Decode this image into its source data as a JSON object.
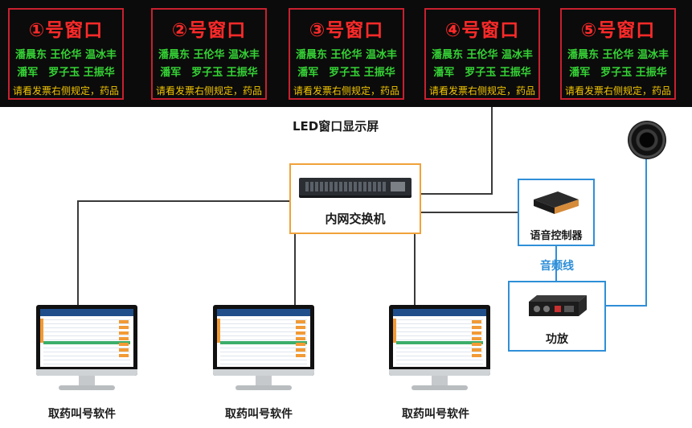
{
  "led_display": {
    "label": "LED窗口显示屏",
    "panels": [
      {
        "title": "①号窗口",
        "row1": "潘晨东 王伦华 温冰丰",
        "row2": "潘军　罗子玉 王振华",
        "notice": "请看发票右侧规定，药品"
      },
      {
        "title": "②号窗口",
        "row1": "潘晨东 王伦华 温冰丰",
        "row2": "潘军　罗子玉 王振华",
        "notice": "请看发票右侧规定，药品"
      },
      {
        "title": "③号窗口",
        "row1": "潘晨东 王伦华 温冰丰",
        "row2": "潘军　罗子玉 王振华",
        "notice": "请看发票右侧规定，药品"
      },
      {
        "title": "④号窗口",
        "row1": "潘晨东 王伦华 温冰丰",
        "row2": "潘军　罗子玉 王振华",
        "notice": "请看发票右侧规定，药品"
      },
      {
        "title": "⑤号窗口",
        "row1": "潘晨东 王伦华 温冰丰",
        "row2": "潘军　罗子玉 王振华",
        "notice": "请看发票右侧规定，药品"
      }
    ]
  },
  "switch": {
    "label": "内网交换机"
  },
  "voice_controller": {
    "label": "语音控制器"
  },
  "audio_cable": {
    "label": "音频线"
  },
  "amplifier": {
    "label": "功放"
  },
  "terminals": [
    {
      "label": "取药叫号软件"
    },
    {
      "label": "取药叫号软件"
    },
    {
      "label": "取药叫号软件"
    }
  ],
  "colors": {
    "led_background": "#0b0b0b",
    "panel_border": "#c8202e",
    "panel_title": "#ff2a2a",
    "panel_names": "#35d335",
    "panel_notice": "#f2c500",
    "switch_border": "#f0a23a",
    "audio_border": "#2f8fd8",
    "audio_cable_text": "#2f8fd8",
    "wire": "#3a3a3a"
  }
}
